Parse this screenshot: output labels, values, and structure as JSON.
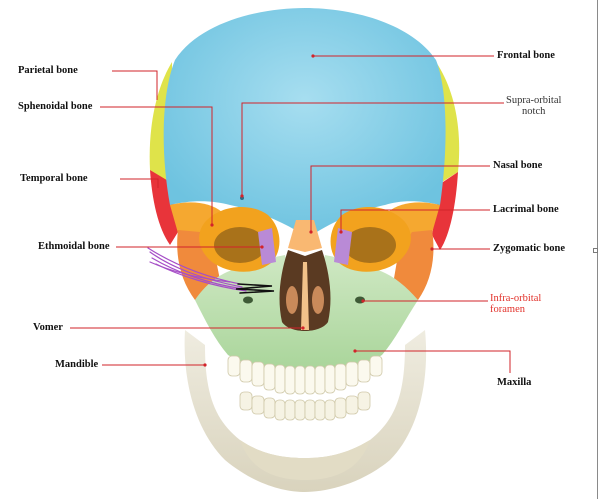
{
  "labels": {
    "parietal": "Parietal bone",
    "sphenoidal": "Sphenoidal bone",
    "temporal": "Temporal bone",
    "ethmoidal": "Ethmoidal bone",
    "vomer": "Vomer",
    "mandible": "Mandible",
    "frontal": "Frontal bone",
    "supra_orbital_1": "Supra-orbital",
    "supra_orbital_2": "notch",
    "nasal": "Nasal bone",
    "lacrimal": "Lacrimal bone",
    "zygomatic": "Zygomatic bone",
    "infra_orbital_1": "Infra-orbital",
    "infra_orbital_2": "foramen",
    "maxilla": "Maxilla"
  },
  "colors": {
    "frontal": "#8fd3e9",
    "parietal": "#dfe34a",
    "temporal": "#e8343a",
    "sphenoidal": "#f5a830",
    "zygomatic": "#f08a3c",
    "maxilla": "#bfe0b0",
    "nasal": "#f9b872",
    "ethmoidal": "#b98ad6",
    "mandible": "#ece8d6",
    "leader_line": "#d2232a",
    "accent_red_text": "#e2322b"
  }
}
